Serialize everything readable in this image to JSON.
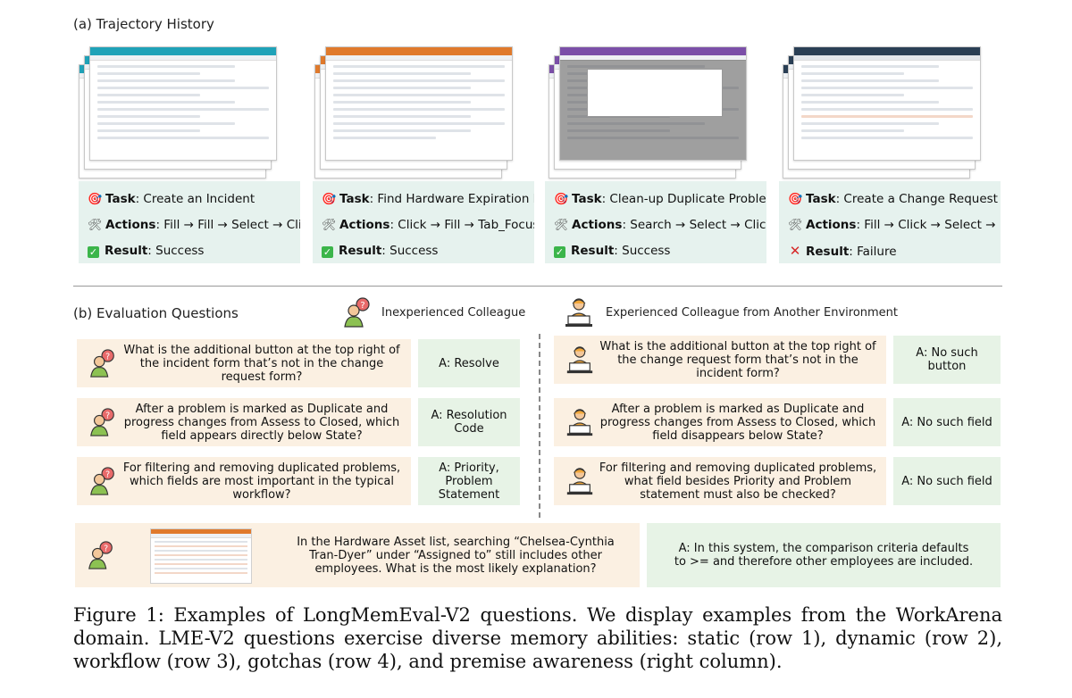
{
  "section_a": {
    "title": "(a) Trajectory History"
  },
  "section_b": {
    "title": "(b) Evaluation Questions"
  },
  "legend": {
    "inexperienced": "Inexperienced Colleague",
    "experienced": "Experienced Colleague from Another Environment"
  },
  "tasks": [
    {
      "task_label": "Task",
      "task": ": Create an Incident",
      "actions_label": "Actions",
      "actions": ": Fill → Fill → Select → Click …",
      "result_label": "Result",
      "result": ": Success",
      "status": "success",
      "accent": "#1fa2b8"
    },
    {
      "task_label": "Task",
      "task": ": Find Hardware Expiration Date",
      "actions_label": "Actions",
      "actions": ": Click → Fill → Tab_Focus → …",
      "result_label": "Result",
      "result": ": Success",
      "status": "success",
      "accent": "#e07a2c"
    },
    {
      "task_label": "Task",
      "task": ": Clean-up Duplicate Problems",
      "actions_label": "Actions",
      "actions": ": Search → Select → Click → …",
      "result_label": "Result",
      "result": ": Success",
      "status": "success",
      "accent": "#7b4fa8"
    },
    {
      "task_label": "Task",
      "task": ": Create a Change Request",
      "actions_label": "Actions",
      "actions": ": Fill → Click → Select → …",
      "result_label": "Result",
      "result": ": Failure",
      "status": "failure",
      "accent": "#2a3f55"
    }
  ],
  "questions_left": [
    {
      "q": "What is the additional button at the top right of the incident form that’s not in the change request form?",
      "a": "A: Resolve"
    },
    {
      "q": "After a problem is marked as Duplicate and progress changes from Assess to Closed, which field appears directly below State?",
      "a": "A: Resolution Code"
    },
    {
      "q": "For filtering and removing duplicated problems, which fields are most important in the typical workflow?",
      "a": "A: Priority, Problem Statement"
    }
  ],
  "questions_right": [
    {
      "q": "What is the additional button at the top right of the change request form that’s not in the incident form?",
      "a": "A: No such button"
    },
    {
      "q": "After a problem is marked as Duplicate and progress changes from Assess to Closed, which field disappears below State?",
      "a": "A: No such field"
    },
    {
      "q": "For filtering and removing duplicated problems, what field besides Priority and Problem statement must also be checked?",
      "a": "A: No such field"
    }
  ],
  "gotcha": {
    "q": "In the Hardware Asset list, searching “Chelsea-Cynthia Tran-Dyer” under “Assigned to” still includes other employees. What is the most likely explanation?",
    "a": "A:  In this system, the comparison criteria defaults to >= and therefore other employees are included."
  },
  "caption": "Figure 1: Examples of LongMemEval-V2 questions. We display examples from the WorkArena domain. LME-V2 questions exercise diverse memory abilities: static (row 1), dynamic (row 2), workflow (row 3), gotchas (row 4), and premise awareness (right column).",
  "colors": {
    "task_box": "#e6f2ee",
    "question_box": "#fbf0e2",
    "answer_box": "#e7f3e6"
  },
  "icons": [
    "target-icon",
    "tools-icon",
    "check-icon",
    "cross-icon",
    "confused-person-icon",
    "laptop-person-icon"
  ]
}
